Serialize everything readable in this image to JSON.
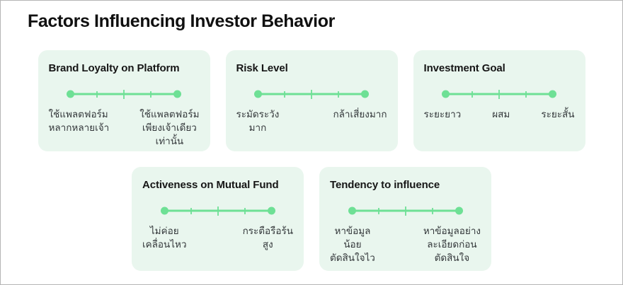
{
  "page": {
    "title": "Factors Influencing Investor Behavior"
  },
  "colors": {
    "accent_green": "#6ee095",
    "card_background": "#e9f6ee",
    "title_text": "#101010",
    "label_text": "#34383b"
  },
  "slider_spec": {
    "tick_positions_pct": [
      25,
      50,
      75
    ],
    "handles": "both-endpoints-marked"
  },
  "cards": [
    {
      "title": "Brand Loyalty on Platform",
      "labels": [
        {
          "lines": [
            "ใช้แพลตฟอร์ม",
            "หลากหลายเจ้า"
          ]
        },
        {
          "lines": [
            "ใช้แพลตฟอร์ม",
            "เพียงเจ้าเดียว",
            "เท่านั้น"
          ]
        }
      ]
    },
    {
      "title": "Risk Level",
      "labels": [
        {
          "lines": [
            "ระมัดระวัง",
            "มาก"
          ]
        },
        {
          "lines": [
            "กล้าเสี่ยงมาก"
          ]
        }
      ]
    },
    {
      "title": "Investment Goal",
      "labels": [
        {
          "lines": [
            "ระยะยาว"
          ]
        },
        {
          "lines": [
            "ผสม"
          ]
        },
        {
          "lines": [
            "ระยะสั้น"
          ]
        }
      ]
    },
    {
      "title": "Activeness on Mutual Fund",
      "labels": [
        {
          "lines": [
            "ไม่ค่อย",
            "เคลื่อนไหว"
          ]
        },
        {
          "lines": [
            "กระตือรือร้น",
            "สูง"
          ]
        }
      ]
    },
    {
      "title": "Tendency to influence",
      "labels": [
        {
          "lines": [
            "หาข้อมูล",
            "น้อย",
            "ตัดสินใจไว"
          ]
        },
        {
          "lines": [
            "หาข้อมูลอย่าง",
            "ละเอียดก่อน",
            "ตัดสินใจ"
          ]
        }
      ]
    }
  ]
}
